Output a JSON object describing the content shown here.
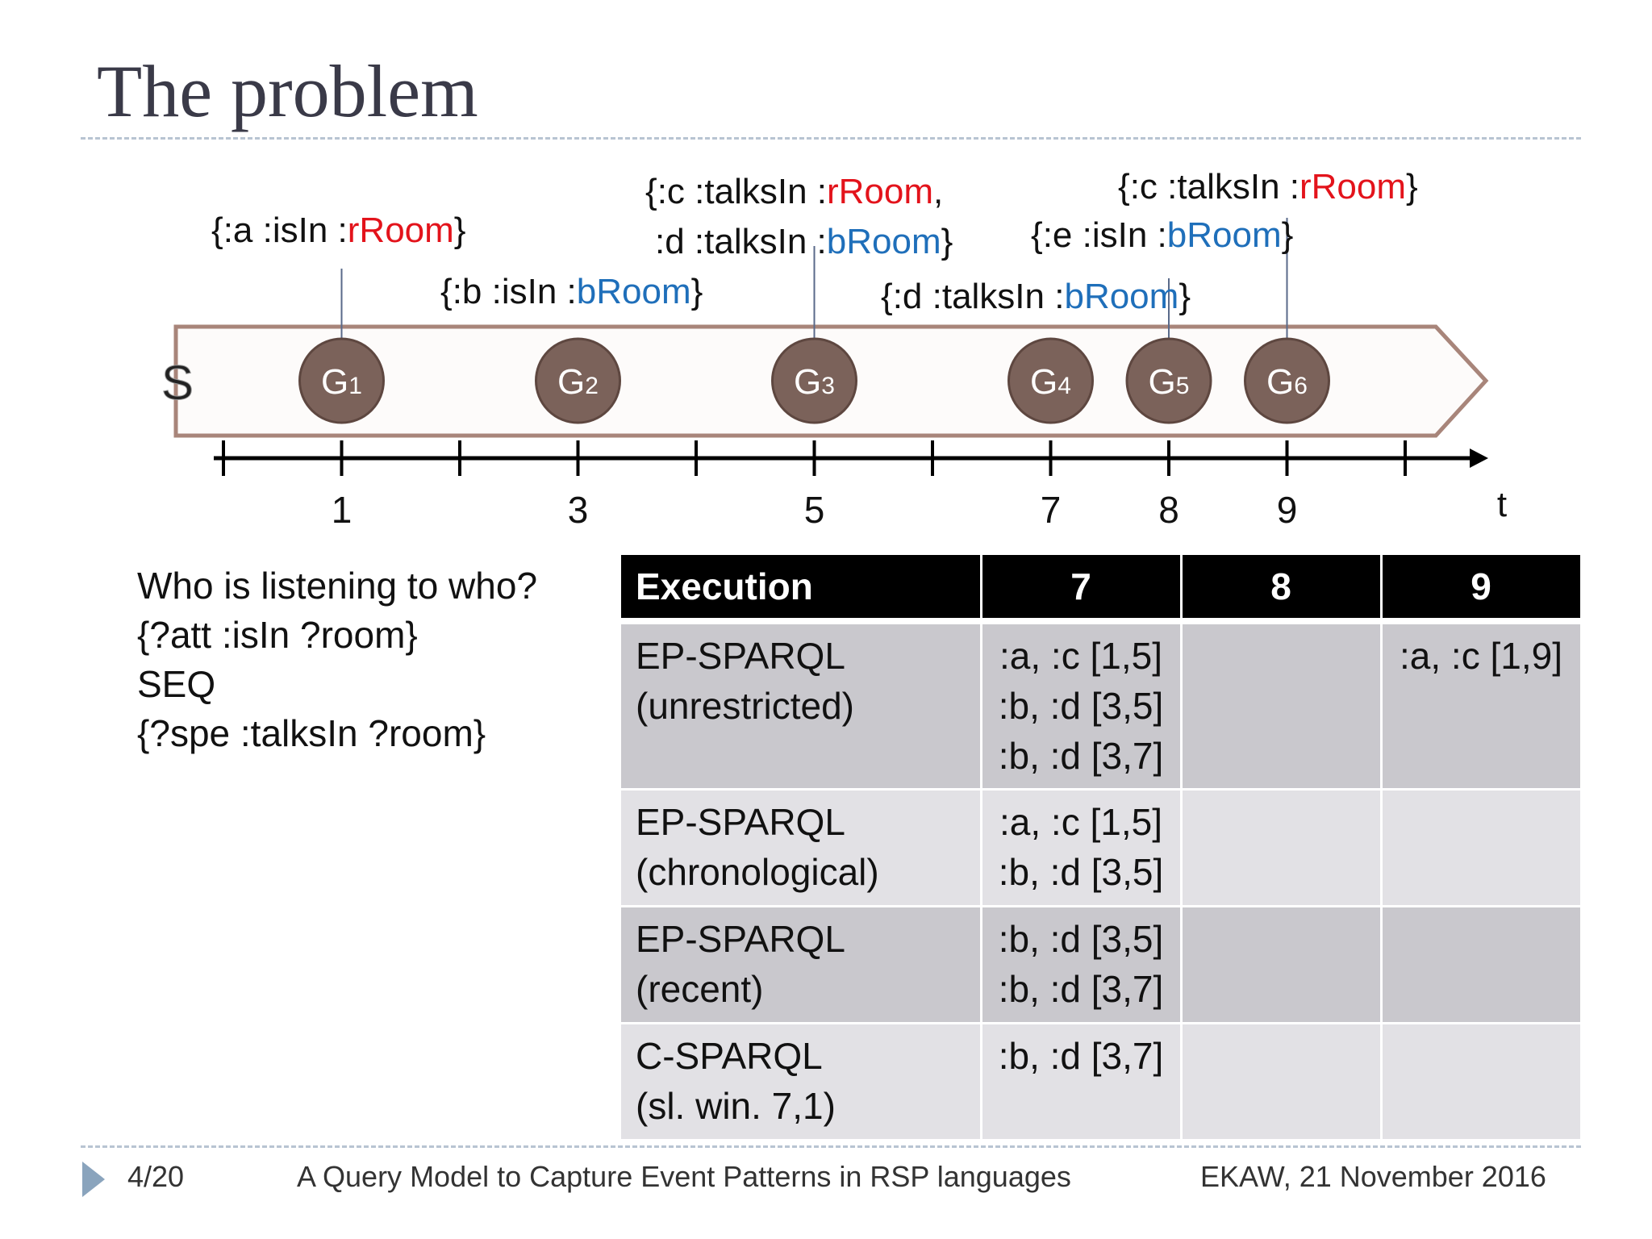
{
  "slide": {
    "title": "The problem"
  },
  "timeline": {
    "stream_label": "S",
    "axis_label": "t",
    "ticks": [
      "1",
      "3",
      "5",
      "7",
      "8",
      "9"
    ],
    "graphs": [
      {
        "label": "G",
        "sub": "1",
        "time": 1
      },
      {
        "label": "G",
        "sub": "2",
        "time": 3
      },
      {
        "label": "G",
        "sub": "3",
        "time": 5
      },
      {
        "label": "G",
        "sub": "4",
        "time": 7
      },
      {
        "label": "G",
        "sub": "5",
        "time": 8
      },
      {
        "label": "G",
        "sub": "6",
        "time": 9
      }
    ],
    "annotations": [
      {
        "prefix": "{:a :isIn :",
        "room": "rRoom",
        "suffix": "}",
        "room_color": "red"
      },
      {
        "prefix": "{:b :isIn :",
        "room": "bRoom",
        "suffix": "}",
        "room_color": "blue"
      },
      {
        "prefix": "{:c :talksIn :",
        "room": "rRoom",
        "suffix": ",",
        "room_color": "red"
      },
      {
        "prefix": ":d :talksIn :",
        "room": "bRoom",
        "suffix": "}",
        "room_color": "blue"
      },
      {
        "prefix": "{:d :talksIn :",
        "room": "bRoom",
        "suffix": "}",
        "room_color": "blue"
      },
      {
        "prefix": "{:e :isIn :",
        "room": "bRoom",
        "suffix": "}",
        "room_color": "blue"
      },
      {
        "prefix": "{:c :talksIn :",
        "room": "rRoom",
        "suffix": "}",
        "room_color": "red"
      }
    ]
  },
  "query": {
    "lines": [
      "Who is listening to who?",
      "{?att :isIn ?room}",
      "SEQ",
      "{?spe :talksIn ?room}"
    ]
  },
  "table": {
    "headers": [
      "Execution",
      "7",
      "8",
      "9"
    ],
    "rows": [
      {
        "name": [
          "EP-SPARQL",
          "(unrestricted)"
        ],
        "c7": [
          ":a, :c [1,5]",
          ":b, :d [3,5]",
          ":b, :d [3,7]"
        ],
        "c8": [],
        "c9": [
          ":a, :c [1,9]"
        ]
      },
      {
        "name": [
          "EP-SPARQL",
          "(chronological)"
        ],
        "c7": [
          ":a, :c [1,5]",
          ":b, :d [3,5]"
        ],
        "c8": [],
        "c9": []
      },
      {
        "name": [
          "EP-SPARQL",
          "(recent)"
        ],
        "c7": [
          ":b, :d [3,5]",
          ":b, :d [3,7]"
        ],
        "c8": [],
        "c9": []
      },
      {
        "name": [
          "C-SPARQL",
          "(sl. win. 7,1)"
        ],
        "c7": [
          ":b, :d [3,7]"
        ],
        "c8": [],
        "c9": []
      }
    ]
  },
  "footer": {
    "page": "4/20",
    "talk_title": "A Query Model to Capture Event Patterns in RSP languages",
    "venue": "EKAW, 21 November 2016"
  },
  "colors": {
    "red": "#e3131b",
    "blue": "#1f6fba",
    "node_fill": "#7b625a",
    "stream_outline": "#a8857a",
    "axis": "#000000",
    "table_header": "#000000"
  }
}
